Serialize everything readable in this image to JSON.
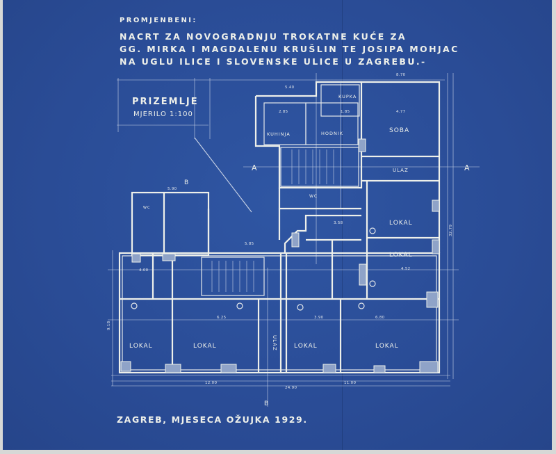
{
  "header": {
    "amendments_label": "PROMJENBENI:",
    "title_lines": [
      "NACRT ZA NOVOGRADNJU TROKATNE KUĆE ZA",
      "GG. MIRKA I MAGDALENU KRUŠLIN TE JOSIPA MOHJAC",
      "NA UGLU ILICE I SLOVENSKE ULICE U ZAGREBU.-"
    ]
  },
  "plan": {
    "floor_name": "PRIZEMLJE",
    "scale": "MJERILO 1:100",
    "section_marks": [
      "A",
      "A",
      "B",
      "B"
    ],
    "rooms": {
      "kitchen": "KUHINJA",
      "hall": "HODNIK",
      "bath": "KUPKA",
      "room": "SOBA",
      "entrance_right": "ULAZ",
      "entrance_bottom": "ULAZ",
      "wc_upper": "WC",
      "wc_left": "WC",
      "shop_r1": "LOKAL",
      "shop_r2": "LOKAL",
      "shop_b1": "LOKAL",
      "shop_b2": "LOKAL",
      "shop_b3": "LOKAL",
      "shop_b4": "LOKAL"
    },
    "dimensions": {
      "top_total": "8.70",
      "upper_width": "5.40",
      "left_wing": "5.90",
      "mid": "5.85",
      "bottom_left": "12.00",
      "bottom_right": "11.00",
      "bottom_total": "24.90",
      "left_height": "9.18",
      "right_height": "32.79",
      "room_a": "4.77",
      "room_b": "4.00",
      "room_c": "6.25",
      "room_d": "3.90",
      "room_e": "6.80",
      "room_f": "4.52",
      "room_g": "3.58",
      "room_h": "2.85",
      "room_i": "1.85"
    }
  },
  "footer": {
    "place_date": "ZAGREB, MJESECA OŽUJKA 1929."
  },
  "colors": {
    "paper": "#2b4f9b",
    "ink": "#eef0ea",
    "border": "#d7d8d6"
  }
}
